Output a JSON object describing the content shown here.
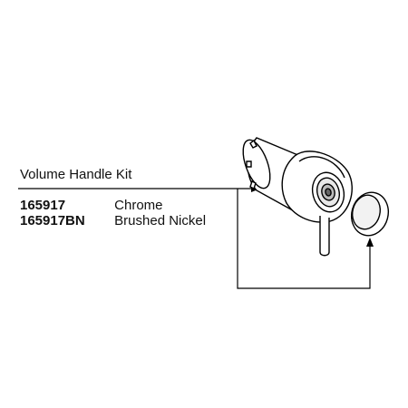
{
  "kit": {
    "title": "Volume Handle Kit",
    "parts": [
      {
        "number": "165917",
        "finish": "Chrome"
      },
      {
        "number": "165917BN",
        "finish": "Brushed Nickel"
      }
    ]
  },
  "colors": {
    "line": "#000000",
    "background": "#ffffff"
  },
  "icons": [
    "volume-handle-illustration",
    "cap-illustration",
    "arrow-icon"
  ]
}
